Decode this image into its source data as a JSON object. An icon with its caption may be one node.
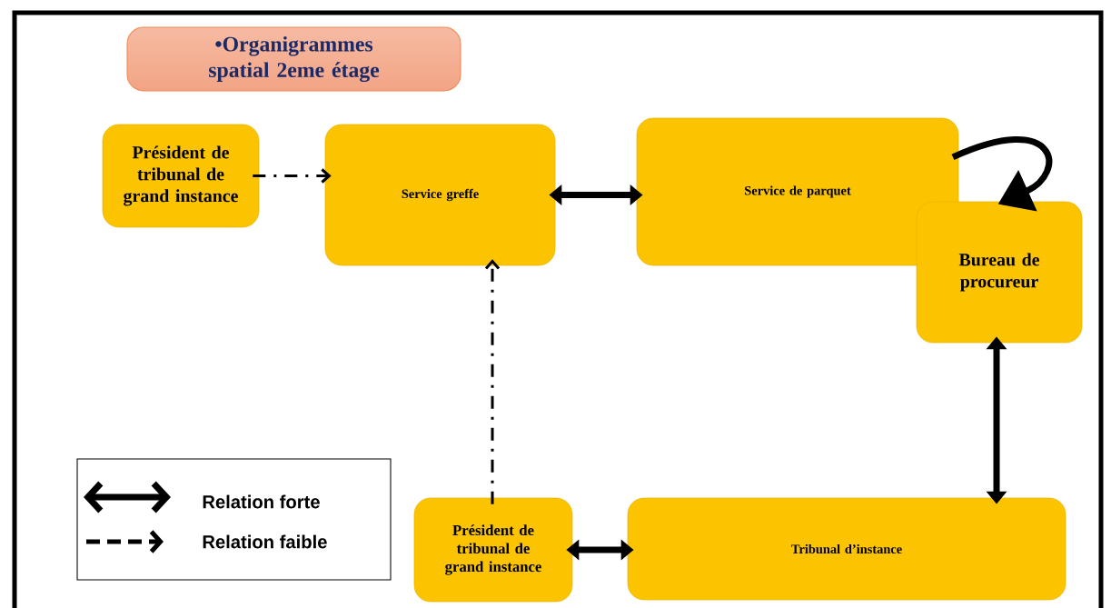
{
  "diagram": {
    "nodes": [
      {
        "text": [
          "•Organigrammes spatial 2eme étage"
        ]
      },
      {
        "text": [
          "Président de tribunal de grand instance"
        ]
      },
      {
        "text": [
          "Service greffe"
        ]
      },
      {
        "text": [
          "Service de parquet"
        ]
      },
      {
        "text": [
          "Bureau de procureur"
        ]
      },
      {
        "text": [
          "Président de tribunal de grand instance"
        ]
      },
      {
        "text": [
          "Tribunal d’instance"
        ]
      }
    ],
    "edges": [
      {
        "from": 1,
        "to": 2,
        "arrow": "to",
        "style": "dashed"
      },
      {
        "from": 2,
        "to": 3,
        "arrow": "both"
      },
      {
        "from": 3,
        "to": 4,
        "arrow": "to"
      },
      {
        "from": 4,
        "to": 6,
        "arrow": "both"
      },
      {
        "from": 5,
        "to": 2,
        "arrow": "to",
        "style": "dashed"
      },
      {
        "from": 5,
        "to": 6,
        "arrow": "both"
      }
    ],
    "legend": [
      {
        "text": "Relation forte"
      },
      {
        "text": "Relation faible"
      }
    ]
  }
}
